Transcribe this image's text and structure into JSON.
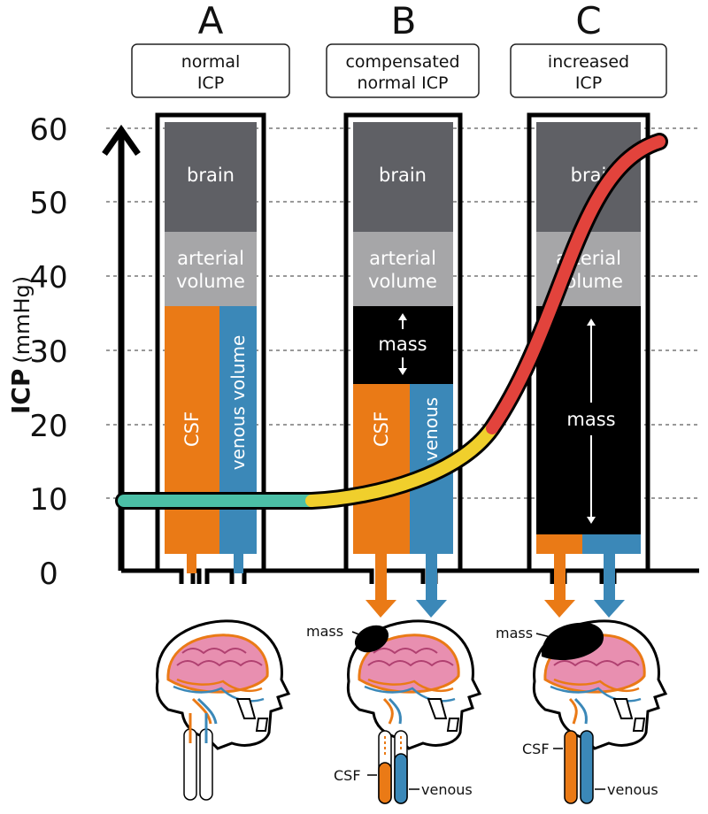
{
  "panels": [
    {
      "letter": "A",
      "box_line1": "normal",
      "box_line2": "ICP"
    },
    {
      "letter": "B",
      "box_line1": "compensated",
      "box_line2": "normal ICP"
    },
    {
      "letter": "C",
      "box_line1": "increased",
      "box_line2": "ICP"
    }
  ],
  "axis": {
    "label_bold": "ICP",
    "label_unit": "(mmHg)",
    "ticks": [
      "0",
      "10",
      "20",
      "30",
      "40",
      "50",
      "60"
    ]
  },
  "compartments": {
    "brain": "brain",
    "brain_cut": "brai",
    "arterial_line1": "arterial",
    "arterial_line2": "volume",
    "arterial_cut_line1": "a  terial",
    "arterial_cut_line2": "volume",
    "csf": "CSF",
    "venous_volume": "venous volume",
    "venous": "venous",
    "mass": "mass"
  },
  "head_labels": {
    "mass": "mass",
    "csf": "CSF",
    "venous": "venous"
  },
  "colors": {
    "brain": "#5f6065",
    "arterial": "#a6a6a8",
    "csf": "#ea7a16",
    "venous": "#3b88b8",
    "mass": "#000000",
    "curve_normal": "#4bbfa6",
    "curve_compensated": "#f0cf2c",
    "curve_increased": "#e2433c"
  }
}
